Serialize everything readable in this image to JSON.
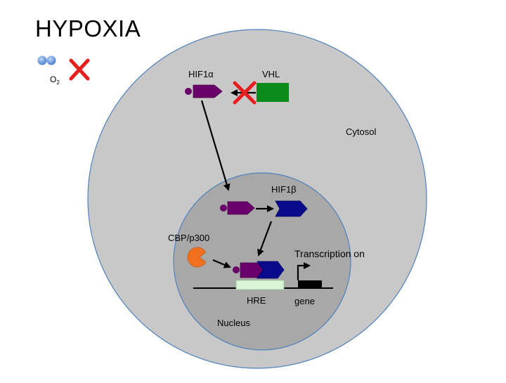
{
  "slide": {
    "title": "HYPOXIA"
  },
  "oxygen": {
    "label_main": "O",
    "label_sub": "2",
    "molecule_icon": "oxygen-molecule-icon",
    "blocked_icon": "red-cross-icon"
  },
  "compartments": {
    "cytosol_label": "Cytosol",
    "nucleus_label": "Nucleus"
  },
  "proteins": {
    "hif1a_label": "HIF1α",
    "vhl_label": "VHL",
    "hif1b_label": "HIF1β",
    "cbp_label": "CBP/p300"
  },
  "dna": {
    "hre_label": "HRE",
    "gene_label": "gene",
    "transcription_label": "Transcription on"
  },
  "colors": {
    "cytosol_fill": "#c8c8c8",
    "nucleus_fill": "#a8a8a8",
    "outline": "#4f81bd",
    "hif1a": "#6a006a",
    "hif1b": "#0a0a8c",
    "vhl": "#0a8a1a",
    "cbp": "#f07020",
    "hre": "#d8f5d8",
    "cross": "#e61e1e",
    "oxygen": "#5b8fd6"
  }
}
